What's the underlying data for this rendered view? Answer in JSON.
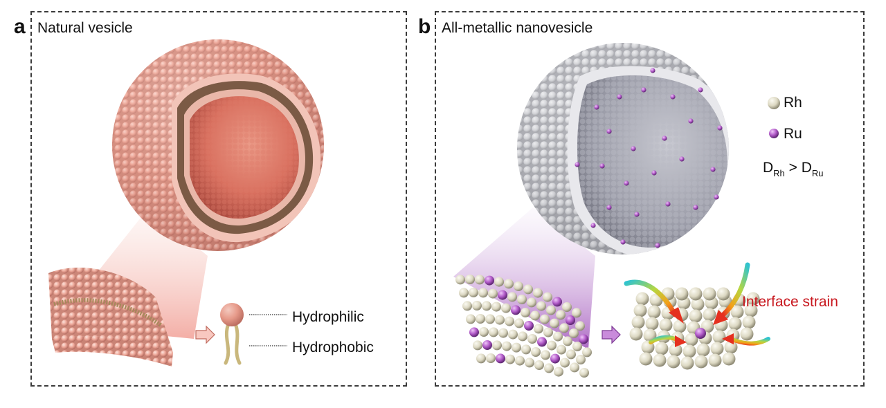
{
  "panel_a": {
    "letter": "a",
    "title": "Natural vesicle",
    "legend": {
      "hydrophilic": "Hydrophilic",
      "hydrophobic": "Hydrophobic"
    }
  },
  "panel_b": {
    "letter": "b",
    "title": "All-metallic nanovesicle",
    "legend": {
      "rh": "Rh",
      "ru": "Ru",
      "relation": {
        "d": "D",
        "rh_sub": "Rh",
        "gt": " > ",
        "ru_sub": "Ru"
      }
    },
    "strain_label": "Interface strain"
  },
  "colors": {
    "lipid_head": "#e9a495",
    "lipid_inner": "#d86a5c",
    "rh_atom": "#e6e2d0",
    "ru_atom": "#b15ac8",
    "shell_atom": "#dcdde0",
    "strain_text": "#c8171e"
  }
}
